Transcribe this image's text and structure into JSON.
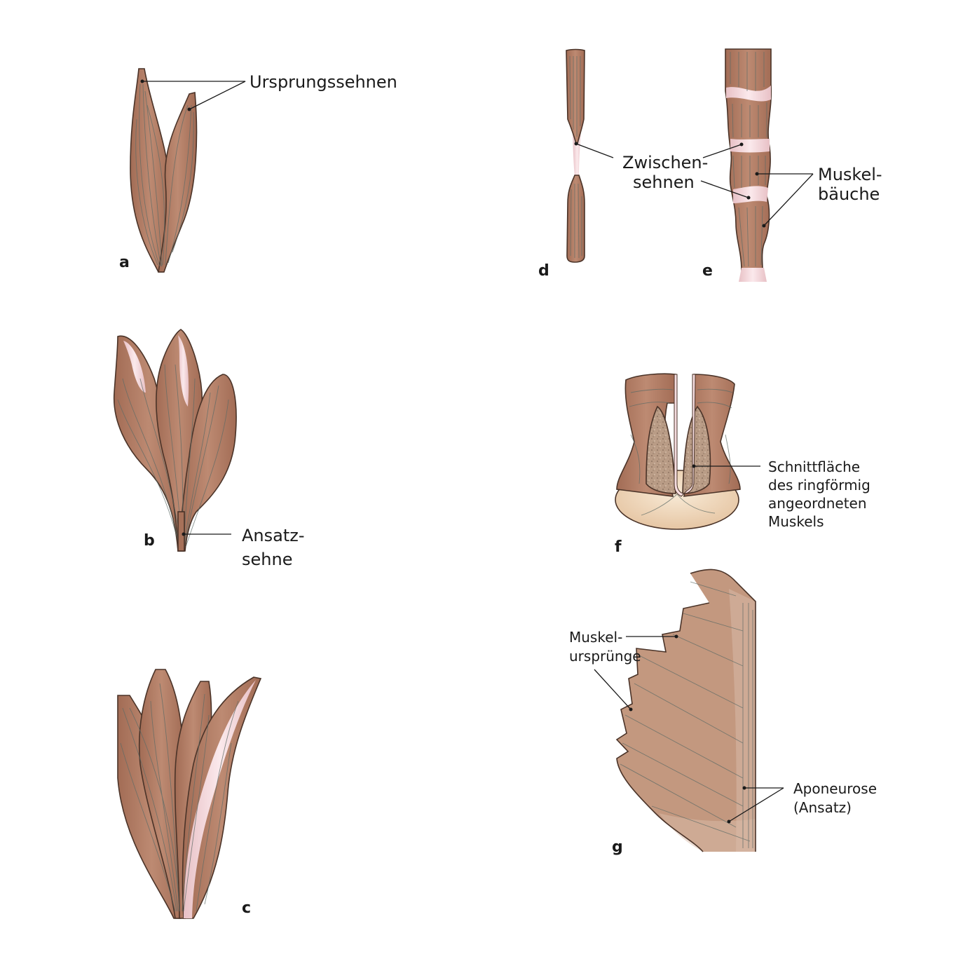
{
  "colors": {
    "muscle": "#b07a62",
    "muscle_light": "#c89784",
    "tendon": "#f2d3d8",
    "fiber": "#5d6b66",
    "outline": "#4a3328",
    "cut_surface": "#b89c86",
    "base": "#f2dcc2"
  },
  "labels": {
    "a": {
      "panel": "a",
      "lines": [
        "Ursprungssehnen"
      ]
    },
    "b": {
      "panel": "b",
      "lines": [
        "Ansatz-",
        "sehne"
      ]
    },
    "c": {
      "panel": "c"
    },
    "d": {
      "panel": "d",
      "lines": [
        "Zwischen-",
        "sehnen"
      ]
    },
    "e": {
      "panel": "e",
      "lines": [
        "Muskel-",
        "bäuche"
      ]
    },
    "f": {
      "panel": "f",
      "lines": [
        "Schnittfläche",
        "des ringförmig",
        "angeordneten",
        "Muskels"
      ]
    },
    "g": {
      "panel": "g",
      "origin_lines": [
        "Muskel-",
        "ursprünge"
      ],
      "insertion_lines": [
        "Aponeurose",
        "(Ansatz)"
      ]
    }
  }
}
